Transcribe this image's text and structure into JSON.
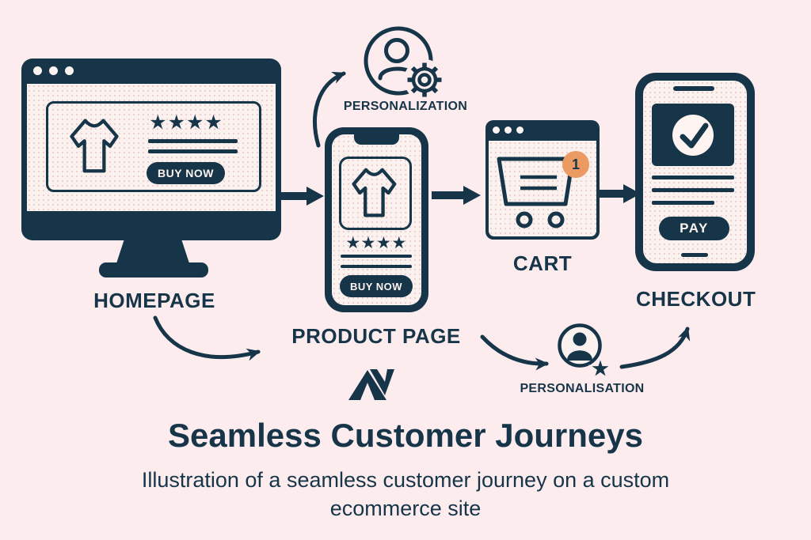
{
  "colors": {
    "ink": "#163549",
    "background": "#fcecee",
    "surface": "#fbf1ee",
    "light_text": "#fdf3f1",
    "badge_orange": "#eb9a62"
  },
  "flow": {
    "homepage": {
      "label": "HOMEPAGE",
      "stars": "★★★★",
      "buy": "BUY NOW"
    },
    "product_page": {
      "label": "PRODUCT PAGE",
      "stars": "★★★★",
      "buy": "BUY NOW"
    },
    "personalization_top": {
      "label": "PERSONALIZATION"
    },
    "cart": {
      "label": "CART",
      "badge": "1"
    },
    "personalization_bottom": {
      "label": "PERSONALISATION"
    },
    "checkout": {
      "label": "CHECKOUT",
      "pay": "PAY"
    }
  },
  "caption": {
    "title": "Seamless Customer Journeys",
    "subtitle": "Illustration of a seamless customer journey on a custom ecommerce site"
  }
}
